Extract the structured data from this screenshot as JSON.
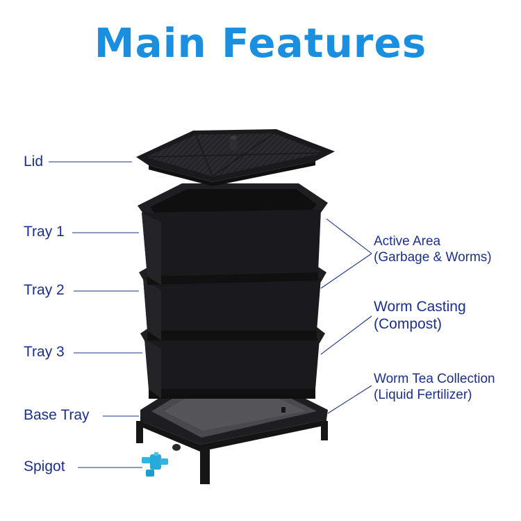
{
  "title": "Main Features",
  "parts": {
    "lid": "Lid",
    "tray1": "Tray 1",
    "tray2": "Tray 2",
    "tray3": "Tray 3",
    "base_tray": "Base Tray",
    "spigot": "Spigot"
  },
  "notes": {
    "active_area": [
      "Active Area",
      "(Garbage & Worms)"
    ],
    "worm_casting": [
      "Worm Casting",
      "(Compost)"
    ],
    "worm_tea": [
      "Worm Tea Collection",
      "(Liquid Fertilizer)"
    ]
  },
  "colors": {
    "title": "#1a8fe0",
    "label": "#1b2f8a",
    "product": "#1c1c1e",
    "spigot": "#2fb6e6"
  }
}
